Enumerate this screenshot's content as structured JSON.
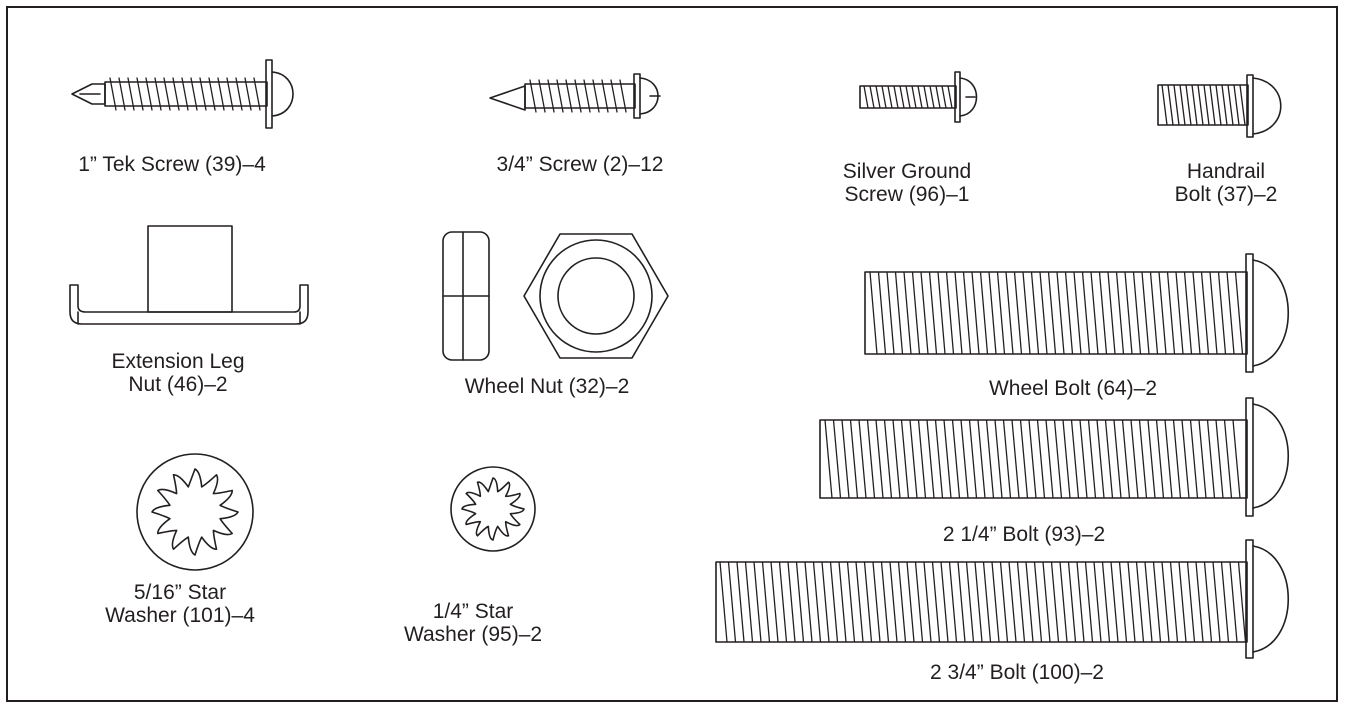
{
  "parts": [
    {
      "id": "tek-screw",
      "lines": [
        "1” Tek Screw (39)–4"
      ]
    },
    {
      "id": "screw-3-4",
      "lines": [
        "3/4” Screw (2)–12"
      ]
    },
    {
      "id": "silver-ground-screw",
      "lines": [
        "Silver Ground",
        "Screw (96)–1"
      ]
    },
    {
      "id": "handrail-bolt",
      "lines": [
        "Handrail",
        "Bolt (37)–2"
      ]
    },
    {
      "id": "extension-leg-nut",
      "lines": [
        "Extension Leg",
        "Nut (46)–2"
      ]
    },
    {
      "id": "wheel-nut",
      "lines": [
        "Wheel Nut (32)–2"
      ]
    },
    {
      "id": "wheel-bolt",
      "lines": [
        "Wheel Bolt (64)–2"
      ]
    },
    {
      "id": "star-washer-5-16",
      "lines": [
        "5/16” Star",
        "Washer (101)–4"
      ]
    },
    {
      "id": "star-washer-1-4",
      "lines": [
        "1/4” Star",
        "Washer (95)–2"
      ]
    },
    {
      "id": "bolt-2-1-4",
      "lines": [
        "2 1/4” Bolt (93)–2"
      ]
    },
    {
      "id": "bolt-2-3-4",
      "lines": [
        "2 3/4” Bolt (100)–2"
      ]
    }
  ],
  "colors": {
    "ink": "#231f20",
    "background": "#ffffff"
  }
}
